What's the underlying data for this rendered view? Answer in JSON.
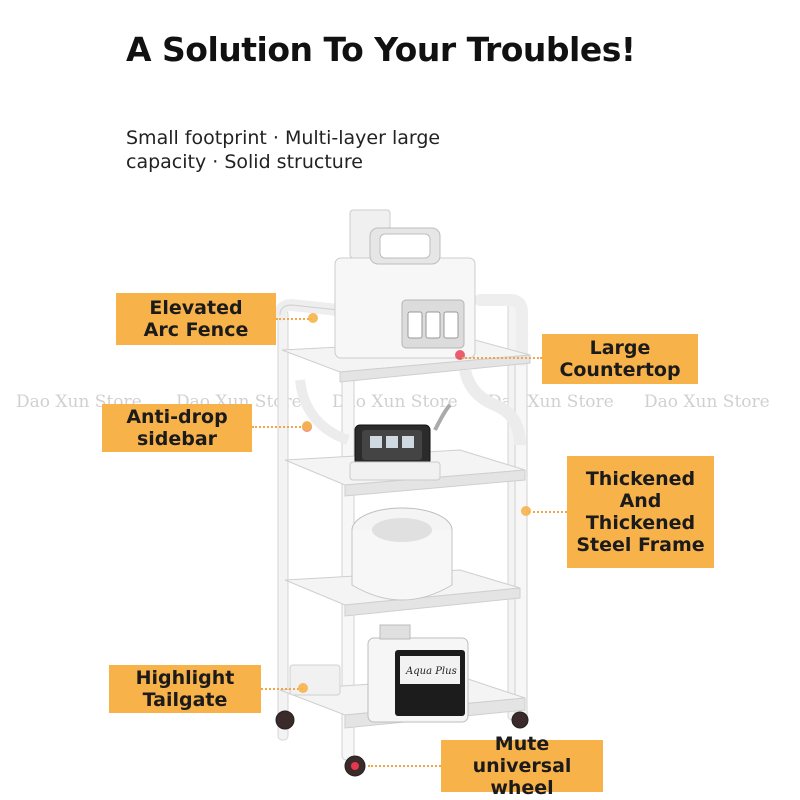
{
  "header": {
    "title": "A Solution To Your Troubles!",
    "subtitle": "Small footprint · Multi-layer large capacity · Solid structure"
  },
  "watermarks": [
    "Dao Xun Store",
    "Dao Xun Store",
    "Dao Xun Store",
    "Dao Xun Store",
    "Dao Xun Store"
  ],
  "labels": {
    "arc_fence": "Elevated\nArc Fence",
    "countertop": "Large\nCountertop",
    "sidebar": "Anti-drop\nsidebar",
    "frame": "Thickened\nAnd\nThickened\nSteel Frame",
    "tailgate": "Highlight\nTailgate",
    "wheel": "Mute universal\nwheel"
  },
  "device_text": {
    "aqua": "Aqua Plus"
  },
  "colors": {
    "label_bg": "#f8b24a",
    "frame": "#f2f2f2",
    "accent_dot": "#e6374f"
  }
}
